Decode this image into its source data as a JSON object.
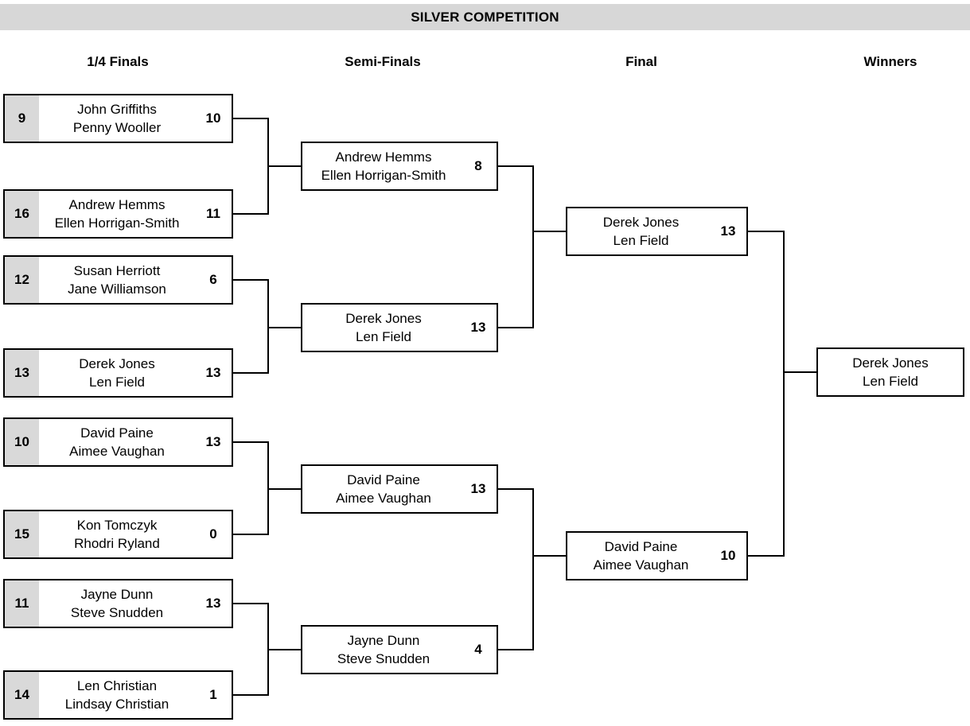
{
  "title": "SILVER COMPETITION",
  "round_headers": [
    {
      "label": "1/4 Finals"
    },
    {
      "label": "Semi-Finals"
    },
    {
      "label": "Final"
    },
    {
      "label": "Winners"
    }
  ],
  "colors": {
    "title_bar_bg": "#d7d7d7",
    "seed_bg": "#d9d9d9",
    "line": "#000000",
    "text": "#000000",
    "box_bg": "#ffffff"
  },
  "quarter_finals": [
    {
      "seed": "9",
      "player1": "John Griffiths",
      "player2": "Penny Wooller",
      "score": "10"
    },
    {
      "seed": "16",
      "player1": "Andrew Hemms",
      "player2": "Ellen Horrigan-Smith",
      "score": "11"
    },
    {
      "seed": "12",
      "player1": "Susan Herriott",
      "player2": "Jane Williamson",
      "score": "6"
    },
    {
      "seed": "13",
      "player1": "Derek Jones",
      "player2": "Len Field",
      "score": "13"
    },
    {
      "seed": "10",
      "player1": "David Paine",
      "player2": "Aimee Vaughan",
      "score": "13"
    },
    {
      "seed": "15",
      "player1": "Kon Tomczyk",
      "player2": "Rhodri Ryland",
      "score": "0"
    },
    {
      "seed": "11",
      "player1": "Jayne Dunn",
      "player2": "Steve Snudden",
      "score": "13"
    },
    {
      "seed": "14",
      "player1": "Len Christian",
      "player2": "Lindsay Christian",
      "score": "1"
    }
  ],
  "semi_finals": [
    {
      "player1": "Andrew Hemms",
      "player2": "Ellen Horrigan-Smith",
      "score": "8"
    },
    {
      "player1": "Derek Jones",
      "player2": "Len Field",
      "score": "13"
    },
    {
      "player1": "David Paine",
      "player2": "Aimee Vaughan",
      "score": "13"
    },
    {
      "player1": "Jayne Dunn",
      "player2": "Steve Snudden",
      "score": "4"
    }
  ],
  "final": [
    {
      "player1": "Derek Jones",
      "player2": "Len Field",
      "score": "13"
    },
    {
      "player1": "David Paine",
      "player2": "Aimee Vaughan",
      "score": "10"
    }
  ],
  "winner": {
    "player1": "Derek Jones",
    "player2": "Len Field"
  }
}
